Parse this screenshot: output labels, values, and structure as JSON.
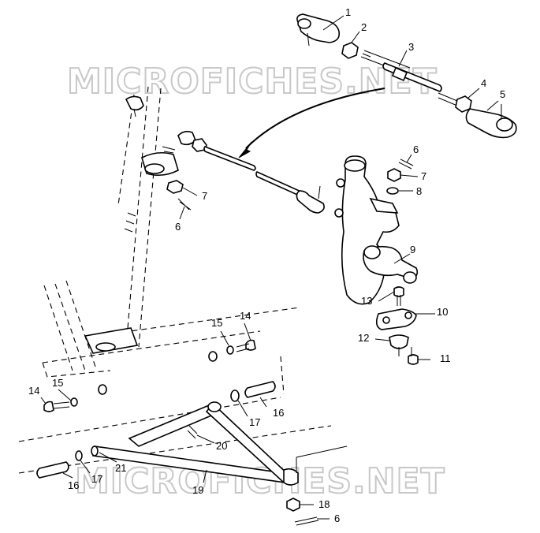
{
  "watermark": {
    "top": "MICROFICHES.NET",
    "bottom": "MICROFICHES.NET"
  },
  "callouts": [
    "1",
    "2",
    "3",
    "4",
    "5",
    "6",
    "7",
    "8",
    "9",
    "10",
    "11",
    "12",
    "13",
    "14",
    "15",
    "16",
    "17",
    "18",
    "19",
    "20",
    "21"
  ],
  "labels": {
    "l1": "1",
    "l2": "2",
    "l3": "3",
    "l4": "4",
    "l5": "5",
    "l6a": "6",
    "l7a": "7",
    "l8": "8",
    "l9": "9",
    "l10": "10",
    "l11": "11",
    "l12": "12",
    "l13": "13",
    "l7b": "7",
    "l6b": "6",
    "l14a": "14",
    "l15a": "15",
    "l14b": "14",
    "l15b": "15",
    "l16a": "16",
    "l17a": "17",
    "l16b": "16",
    "l17b": "17",
    "l18": "18",
    "l6c": "6",
    "l19": "19",
    "l20": "20",
    "l21": "21"
  }
}
